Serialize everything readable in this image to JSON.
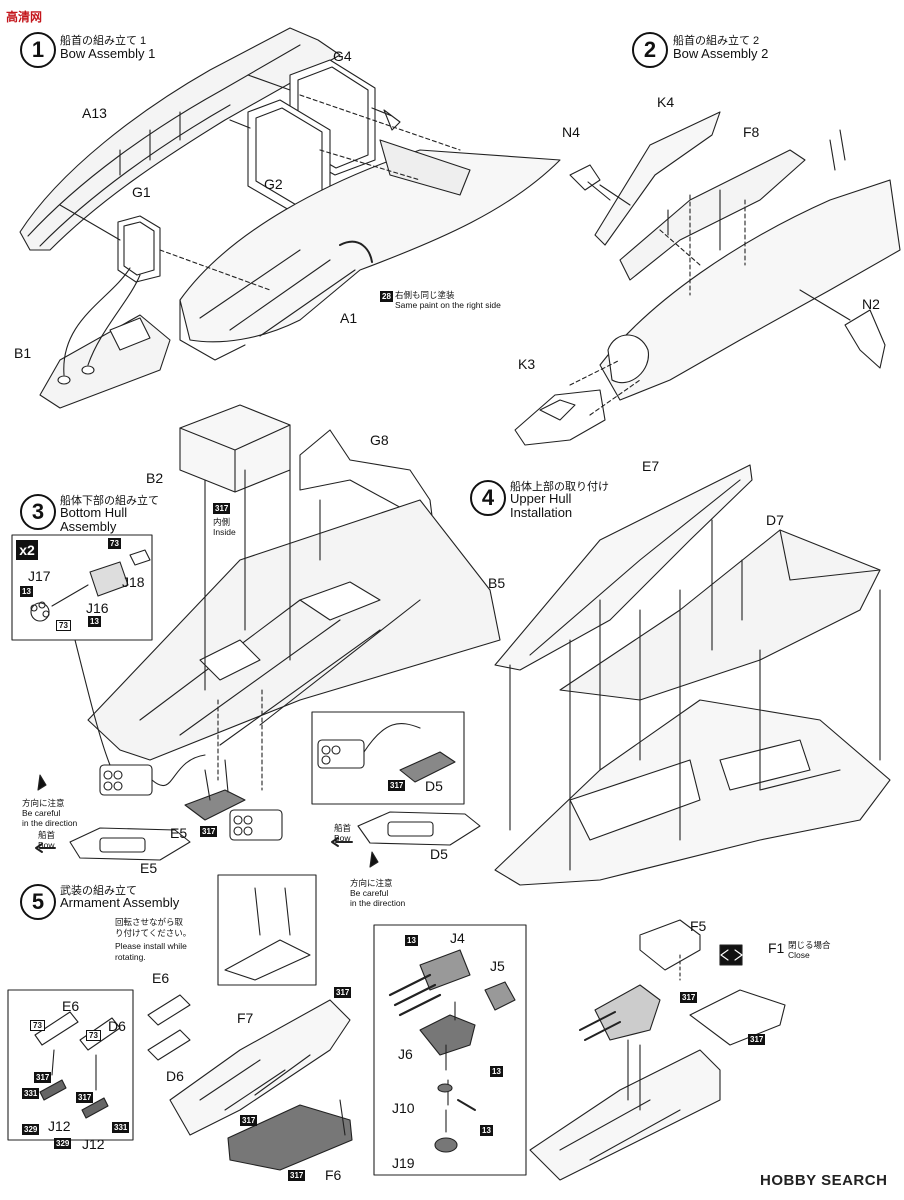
{
  "steps": [
    {
      "num": "1",
      "title_jp": "船首の組み立て 1",
      "title_en": "Bow Assembly 1"
    },
    {
      "num": "2",
      "title_jp": "船首の組み立て 2",
      "title_en": "Bow Assembly 2"
    },
    {
      "num": "3",
      "title_jp": "船体下部の組み立て",
      "title_en_1": "Bottom Hull",
      "title_en_2": "Assembly"
    },
    {
      "num": "4",
      "title_jp": "船体上部の取り付け",
      "title_en_1": "Upper Hull",
      "title_en_2": "Installation"
    },
    {
      "num": "5",
      "title_jp": "武装の組み立て",
      "title_en": "Armament Assembly"
    }
  ],
  "parts": {
    "G4": "G4",
    "A13": "A13",
    "G2": "G2",
    "G1": "G1",
    "A1": "A1",
    "B1": "B1",
    "K4": "K4",
    "N4": "N4",
    "F8": "F8",
    "N2": "N2",
    "K3": "K3",
    "B2": "B2",
    "G8": "G8",
    "B5": "B5",
    "J17": "J17",
    "J18": "J18",
    "J16": "J16",
    "E7": "E7",
    "D7": "D7",
    "E5a": "E5",
    "E5b": "E5",
    "D5a": "D5",
    "D5b": "D5",
    "E6a": "E6",
    "E6b": "E6",
    "D6a": "D6",
    "D6b": "D6",
    "F7": "F7",
    "F6": "F6",
    "J12a": "J12",
    "J12b": "J12",
    "J4": "J4",
    "J5": "J5",
    "J6": "J6",
    "J10": "J10",
    "J19": "J19",
    "F5": "F5",
    "F1": "F1"
  },
  "paint": {
    "c28": "28",
    "c317": "317",
    "c13": "13",
    "c73": "73",
    "c331": "331",
    "c329": "329"
  },
  "notes": {
    "same_jp": "右側も同じ塗装",
    "same_en": "Same paint on the right side",
    "inside_jp": "内側",
    "inside_en": "Inside",
    "careful_jp": "方向に注意",
    "careful_en_1": "Be careful",
    "careful_en_2": "in the direction",
    "bow_jp": "船首",
    "bow_en": "Bow",
    "rotate_jp_1": "回転させながら取",
    "rotate_jp_2": "り付けてください。",
    "rotate_en_1": "Please install while",
    "rotate_en_2": "rotating.",
    "close_jp": "閉じる場合",
    "close_en": "Close",
    "x2": "x2"
  },
  "brand": "HOBBY SEARCH",
  "watermark": "高清网"
}
